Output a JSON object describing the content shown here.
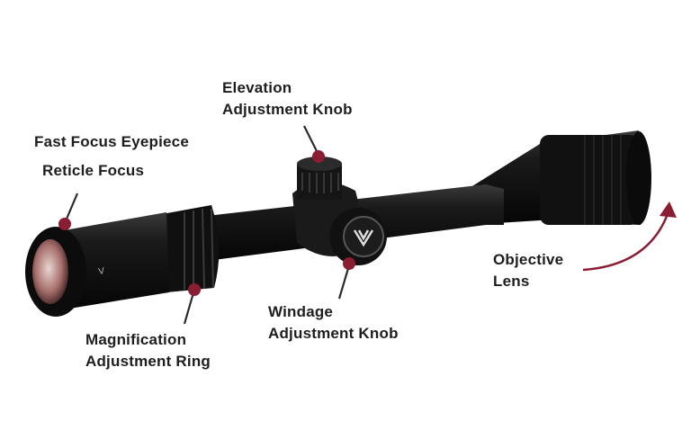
{
  "labels": {
    "elevation": {
      "line1": "Elevation",
      "line2": "Adjustment Knob"
    },
    "eyepiece": {
      "line1": "Fast Focus Eyepiece",
      "line2": "Reticle Focus"
    },
    "magnification": {
      "line1": "Magnification",
      "line2": "Adjustment Ring"
    },
    "windage": {
      "line1": "Windage",
      "line2": "Adjustment Knob"
    },
    "objective": {
      "line1": "Objective",
      "line2": "Lens"
    }
  },
  "colors": {
    "marker": "#8b1d33",
    "scope": "#141414",
    "text": "#1e1e1e"
  }
}
